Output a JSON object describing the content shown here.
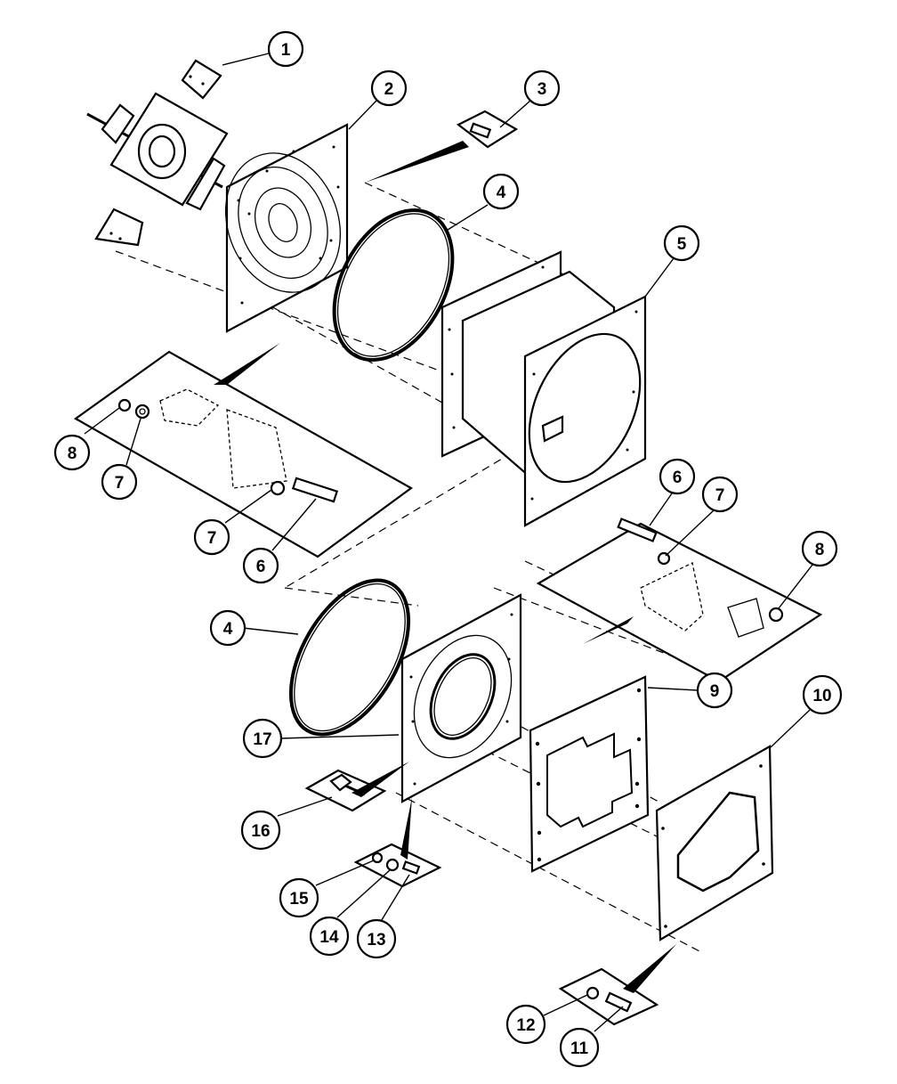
{
  "callouts": [
    {
      "id": "c1",
      "label": "1"
    },
    {
      "id": "c2",
      "label": "2"
    },
    {
      "id": "c3",
      "label": "3"
    },
    {
      "id": "c4a",
      "label": "4"
    },
    {
      "id": "c5",
      "label": "5"
    },
    {
      "id": "c8a",
      "label": "8"
    },
    {
      "id": "c7a",
      "label": "7"
    },
    {
      "id": "c7b",
      "label": "7"
    },
    {
      "id": "c6a",
      "label": "6"
    },
    {
      "id": "c6b",
      "label": "6"
    },
    {
      "id": "c7c",
      "label": "7"
    },
    {
      "id": "c8b",
      "label": "8"
    },
    {
      "id": "c4b",
      "label": "4"
    },
    {
      "id": "c9",
      "label": "9"
    },
    {
      "id": "c10",
      "label": "10"
    },
    {
      "id": "c17",
      "label": "17"
    },
    {
      "id": "c16",
      "label": "16"
    },
    {
      "id": "c15",
      "label": "15"
    },
    {
      "id": "c14",
      "label": "14"
    },
    {
      "id": "c13",
      "label": "13"
    },
    {
      "id": "c12",
      "label": "12"
    },
    {
      "id": "c11",
      "label": "11"
    }
  ],
  "colors": {
    "ink": "#000000",
    "paper": "#ffffff"
  }
}
